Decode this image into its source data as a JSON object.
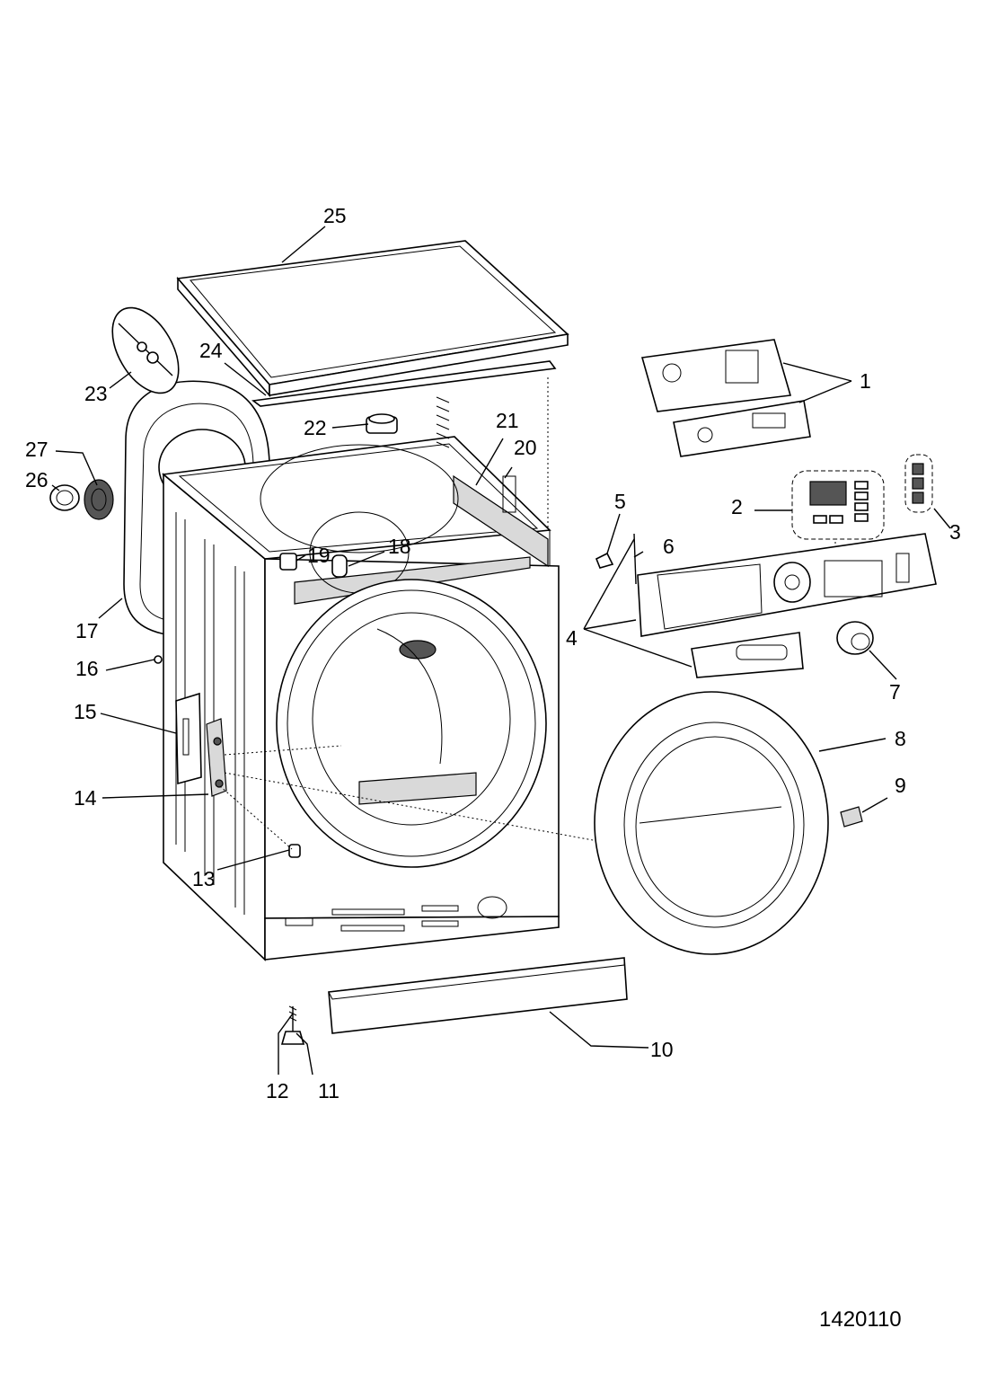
{
  "document_number": "1420110",
  "callouts": [
    {
      "id": "c1",
      "text": "1"
    },
    {
      "id": "c2",
      "text": "2"
    },
    {
      "id": "c3",
      "text": "3"
    },
    {
      "id": "c4",
      "text": "4"
    },
    {
      "id": "c5",
      "text": "5"
    },
    {
      "id": "c6",
      "text": "6"
    },
    {
      "id": "c7",
      "text": "7"
    },
    {
      "id": "c8",
      "text": "8"
    },
    {
      "id": "c9",
      "text": "9"
    },
    {
      "id": "c10",
      "text": "10"
    },
    {
      "id": "c11",
      "text": "11"
    },
    {
      "id": "c12",
      "text": "12"
    },
    {
      "id": "c13",
      "text": "13"
    },
    {
      "id": "c14",
      "text": "14"
    },
    {
      "id": "c15",
      "text": "15"
    },
    {
      "id": "c16",
      "text": "16"
    },
    {
      "id": "c17",
      "text": "17"
    },
    {
      "id": "c18",
      "text": "18"
    },
    {
      "id": "c19",
      "text": "19"
    },
    {
      "id": "c20",
      "text": "20"
    },
    {
      "id": "c21",
      "text": "21"
    },
    {
      "id": "c22",
      "text": "22"
    },
    {
      "id": "c23",
      "text": "23"
    },
    {
      "id": "c24",
      "text": "24"
    },
    {
      "id": "c25",
      "text": "25"
    },
    {
      "id": "c26",
      "text": "26"
    },
    {
      "id": "c27",
      "text": "27"
    }
  ]
}
